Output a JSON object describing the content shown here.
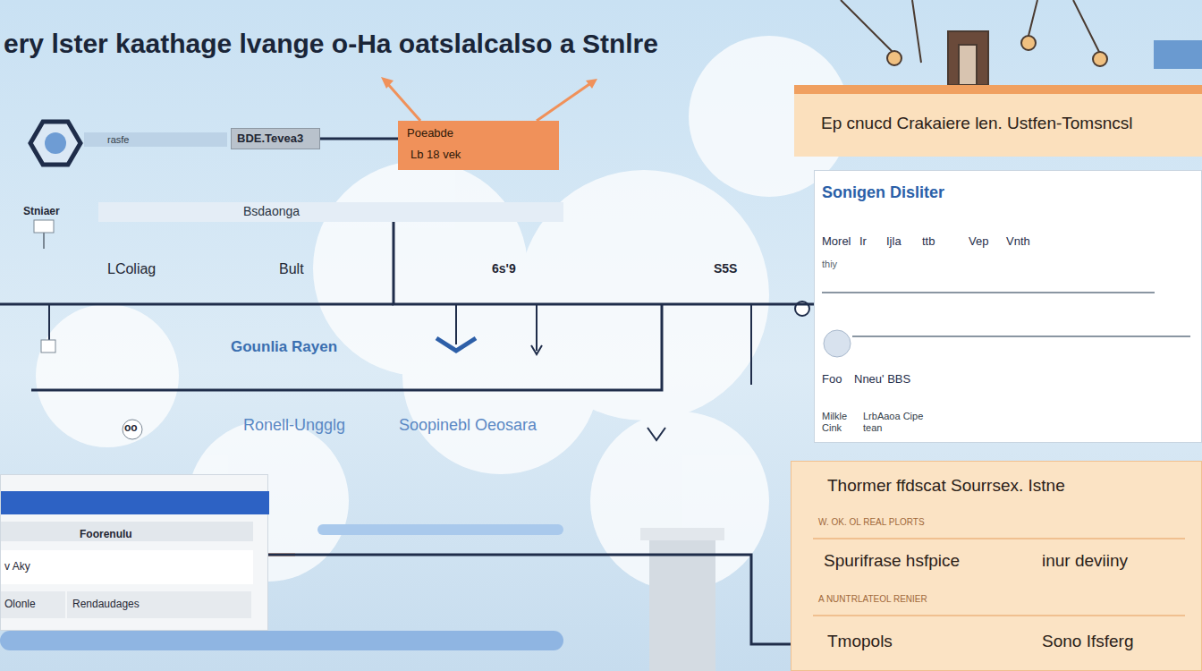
{
  "diagram": {
    "title": "ery lster kaathage lvange o-Ha oatslalcalso a Stnlre",
    "nodes": [
      {
        "text": [
          "BDE.Tevea3"
        ]
      },
      {
        "text": [
          "Poeabde",
          "Lb 18 vek"
        ]
      },
      {
        "text": [
          "Bsdaonga"
        ]
      },
      {
        "text": [
          "Ep cnucd Crakaiere len. Ustfen-Tomsncsl"
        ]
      },
      {
        "text": [
          "Sonigen Disliter",
          "Morel",
          "Ir",
          "Ijla",
          "ttb",
          "Vep",
          "Vnth",
          "thiy",
          "Foo",
          "Nneu' BBS",
          "Milkle Cink",
          "LrbAaoa Cipe tean"
        ]
      },
      {
        "text": [
          "Thormer ffdscat Sourrsex. Istne",
          "W. OK. OL REAL PLORTS",
          "Spurifrase hsfpice",
          "inur deviiny",
          "A NUNTRLATEOL RENIER",
          "Tmopols",
          "Sono Ifsferg"
        ]
      },
      {
        "text": [
          "Foorenulu",
          "v Aky",
          "Olonle",
          "Rendaudages"
        ]
      }
    ],
    "edges": [
      {
        "from": 0,
        "to": 1,
        "arrow": "none"
      },
      {
        "from": 2,
        "to": 4,
        "arrow": "none"
      },
      {
        "from": 6,
        "to": 5,
        "arrow": "none"
      }
    ],
    "labels": [
      "rasfe",
      "Stniaer",
      "LColiag",
      "Bult",
      "6s'9",
      "S5S",
      "Gounlia Rayen",
      "Ronell-Ungglg",
      "Soopinebl Oeosara",
      "oo"
    ]
  }
}
